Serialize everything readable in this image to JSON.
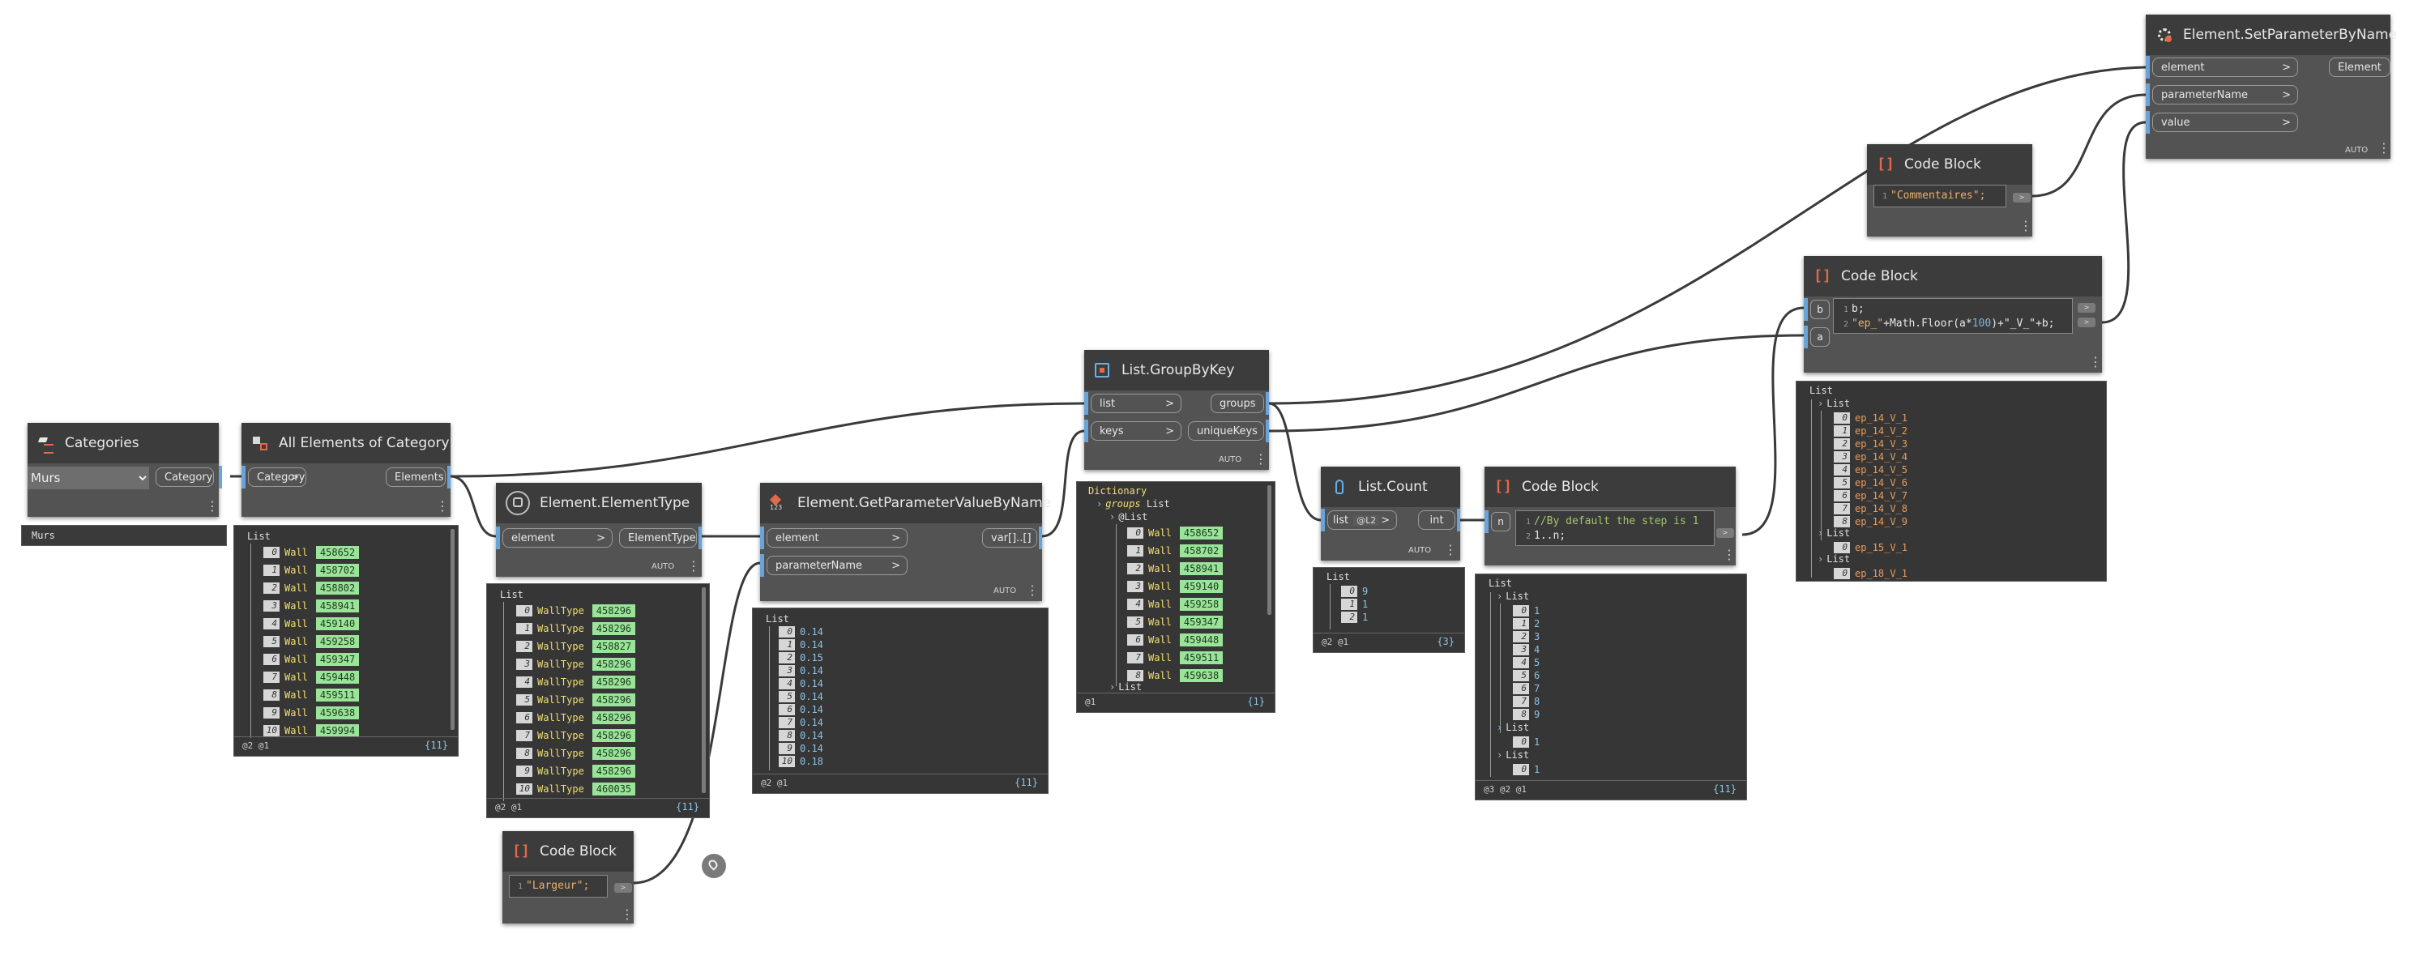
{
  "categories_node": {
    "title": "Categories",
    "selected": "Murs",
    "output": "Category",
    "preview_value": "Murs"
  },
  "all_elements_node": {
    "title": "All Elements of Category",
    "input": "Category",
    "output": "Elements",
    "preview": {
      "head": "List",
      "label": "Wall",
      "ids": [
        "458652",
        "458702",
        "458802",
        "458941",
        "459140",
        "459258",
        "459347",
        "459448",
        "459511",
        "459638",
        "459994"
      ],
      "footer_levels": "@2 @1",
      "footer_count": "{11}"
    }
  },
  "element_type_node": {
    "title": "Element.ElementType",
    "input": "element",
    "output": "ElementType",
    "lacing": "AUTO",
    "preview": {
      "head": "List",
      "label": "WallType",
      "ids": [
        "458296",
        "458296",
        "458827",
        "458296",
        "458296",
        "458296",
        "458296",
        "458296",
        "458296",
        "458296",
        "460035"
      ],
      "footer_levels": "@2 @1",
      "footer_count": "{11}"
    }
  },
  "code_block_largeur": {
    "title": "Code Block",
    "code": "\"Largeur\";",
    "line": "1"
  },
  "get_param_node": {
    "title": "Element.GetParameterValueByName",
    "inputs": [
      "element",
      "parameterName"
    ],
    "output": "var[]..[]",
    "lacing": "AUTO",
    "preview": {
      "head": "List",
      "values": [
        "0.14",
        "0.14",
        "0.15",
        "0.14",
        "0.14",
        "0.14",
        "0.14",
        "0.14",
        "0.14",
        "0.14",
        "0.18"
      ],
      "footer_levels": "@2 @1",
      "footer_count": "{11}"
    }
  },
  "group_by_key_node": {
    "title": "List.GroupByKey",
    "inputs": [
      "list",
      "keys"
    ],
    "outputs": [
      "groups",
      "uniqueKeys"
    ],
    "lacing": "AUTO",
    "preview": {
      "head": "Dictionary",
      "groups_label": "groups",
      "list_label": "List",
      "sub_label": "List",
      "label": "Wall",
      "ids": [
        "458652",
        "458702",
        "458941",
        "459140",
        "459258",
        "459347",
        "459448",
        "459511",
        "459638"
      ],
      "next_label": "List",
      "footer_levels": "@1",
      "footer_count": "{1}"
    }
  },
  "list_count_node": {
    "title": "List.Count",
    "input": "list",
    "level": "@L2",
    "output": "int",
    "lacing": "AUTO",
    "preview": {
      "head": "List",
      "values": [
        "9",
        "1",
        "1"
      ],
      "footer_levels": "@2 @1",
      "footer_count": "{3}"
    }
  },
  "code_block_step": {
    "title": "Code Block",
    "input": "n",
    "lines": [
      "//By default the step is 1",
      "1..n;"
    ],
    "preview": {
      "head": "List",
      "sub_label": "List",
      "values": [
        "1",
        "2",
        "3",
        "4",
        "5",
        "6",
        "7",
        "8",
        "9"
      ],
      "list2_value": "1",
      "list3_value": "1",
      "footer_levels": "@3 @2 @1",
      "footer_count": "{11}"
    }
  },
  "code_block_comment": {
    "title": "Code Block",
    "code": "\"Commentaires\";",
    "line": "1"
  },
  "code_block_ep": {
    "title": "Code Block",
    "inputs": [
      "b",
      "a"
    ],
    "line1": "b;",
    "line2_parts": [
      "\"ep_\"",
      "+Math.Floor(a*",
      "100",
      ")+\"_V_\"+b;"
    ],
    "preview": {
      "head": "List",
      "sub_label": "List",
      "values": [
        "ep_14_V_1",
        "ep_14_V_2",
        "ep_14_V_3",
        "ep_14_V_4",
        "ep_14_V_5",
        "ep_14_V_6",
        "ep_14_V_7",
        "ep_14_V_8",
        "ep_14_V_9"
      ],
      "list2_value": "ep_15_V_1",
      "list3_value": "ep_18_V_1"
    }
  },
  "set_param_node": {
    "title": "Element.SetParameterByName",
    "inputs": [
      "element",
      "parameterName",
      "value"
    ],
    "output": "Element",
    "lacing": "AUTO"
  },
  "colors": {
    "canvas": "#ffffff",
    "node_body": "#535353",
    "node_header": "#3c3c3c",
    "port_accent": "#68a4d9",
    "id_highlight": "#9ae49a",
    "wire": "#3a3a3a"
  },
  "icons": [
    "categories-icon",
    "all-elements-icon",
    "element-type-icon",
    "code-block-icon",
    "parameter-icon",
    "group-by-key-icon",
    "list-count-icon",
    "set-parameter-icon",
    "pin-icon"
  ]
}
